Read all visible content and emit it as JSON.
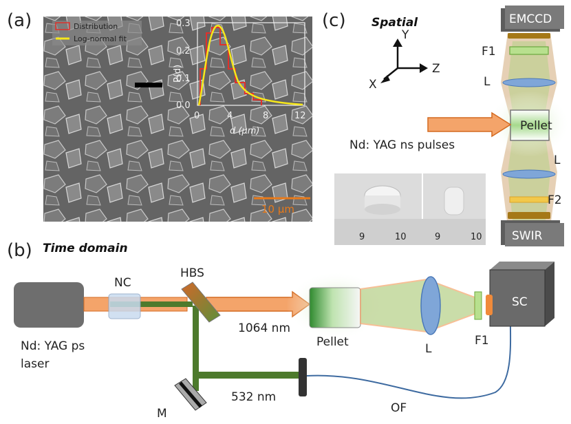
{
  "panels": {
    "a": {
      "label": "(a)",
      "scale_bar": "10 μm",
      "legend": [
        "Distribution",
        "Log-normal fit"
      ],
      "inset": {
        "ylabel": "P(d)",
        "xlabel": "d (μm)",
        "y_ticks": [
          "0.3",
          "0.2",
          "0.1",
          "0.0"
        ],
        "x_ticks": [
          "0",
          "4",
          "8",
          "12"
        ]
      }
    },
    "b": {
      "label": "(b)",
      "title": "Time domain",
      "components": {
        "laser": [
          "Nd: YAG ps",
          "laser"
        ],
        "nc": "NC",
        "hbs": "HBS",
        "wl_1064": "1064 nm",
        "pellet": "Pellet",
        "lens": "L",
        "filter": "F1",
        "sc": "SC",
        "mirror": "M",
        "wl_532": "532 nm",
        "fiber": "OF"
      }
    },
    "c": {
      "label": "(c)",
      "title": "Spatial",
      "axes": [
        "Y",
        "Z",
        "X"
      ],
      "components": {
        "emccd": "EMCCD",
        "f1": "F1",
        "l_top": "L",
        "pellet": "Pellet",
        "pulses": "Nd: YAG ns pulses",
        "l_bottom": "L",
        "f2": "F2",
        "swir": "SWIR"
      },
      "ruler_ticks": [
        "9",
        "10",
        "9",
        "10"
      ]
    }
  },
  "colors": {
    "beam_orange": "#f4a46a",
    "beam_green": "#4d7a2c",
    "lens_blue": "#6d8fd4",
    "sem_gray": "#6a6a6a",
    "scale_orange": "#e87a1a",
    "inset_red": "#e0312b",
    "inset_yellow": "#f7e81a"
  }
}
